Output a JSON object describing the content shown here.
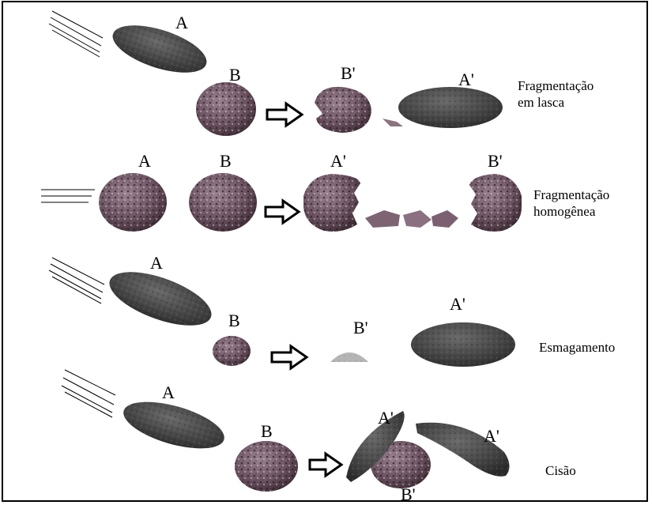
{
  "rows": [
    {
      "id": "lasca",
      "caption": [
        "Fragmentação",
        "em lasca"
      ],
      "labels": {
        "a": "A",
        "b": "B",
        "b_prime": "B'",
        "a_prime": "A'"
      }
    },
    {
      "id": "homogenea",
      "caption": [
        "Fragmentação",
        "homogênea"
      ],
      "labels": {
        "a": "A",
        "b": "B",
        "a_prime": "A'",
        "b_prime": "B'"
      }
    },
    {
      "id": "esmagamento",
      "caption": [
        "Esmagamento"
      ],
      "labels": {
        "a": "A",
        "b": "B",
        "b_prime": "B'",
        "a_prime": "A'"
      }
    },
    {
      "id": "cisao",
      "caption": [
        "Cisão"
      ],
      "labels": {
        "a": "A",
        "b": "B",
        "a_prime_1": "A'",
        "a_prime_2": "A'",
        "b_prime": "B'"
      }
    }
  ],
  "colors": {
    "particle_a": "#4a4a4a",
    "particle_b": "#6e5563",
    "powder": "#b5b5b5",
    "arrow": "#000000"
  },
  "icons": [
    "motion-lines-icon",
    "process-arrow-icon"
  ]
}
